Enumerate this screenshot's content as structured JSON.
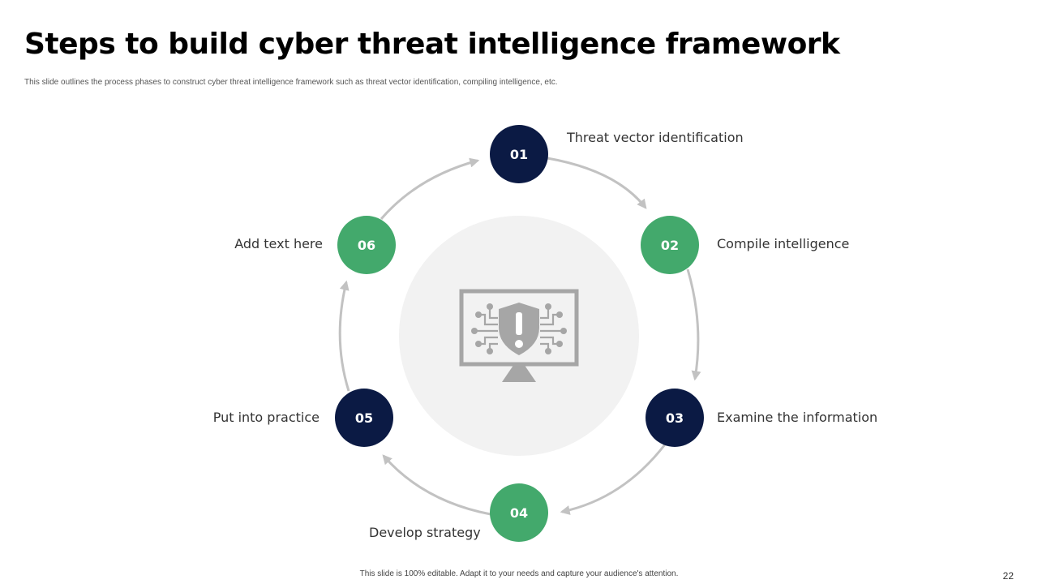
{
  "slide": {
    "title": "Steps to build cyber threat intelligence framework",
    "subtitle": "This slide outlines the process phases to construct cyber threat intelligence framework such as threat vector identification, compiling intelligence, etc.",
    "footer": "This slide is 100% editable. Adapt it to your needs and capture your audience's attention.",
    "page_number": "22"
  },
  "colors": {
    "navy": "#0b1a44",
    "green": "#43a96c",
    "arrow_gray": "#c2c2c2",
    "center_bg": "#f2f2f2",
    "icon_gray": "#a6a6a6"
  },
  "center_icon": "monitor-shield-alert-icon",
  "steps": [
    {
      "number": "01",
      "label": "Threat vector identification",
      "color": "navy"
    },
    {
      "number": "02",
      "label": "Compile intelligence",
      "color": "green"
    },
    {
      "number": "03",
      "label": "Examine the information",
      "color": "navy"
    },
    {
      "number": "04",
      "label": "Develop strategy",
      "color": "green"
    },
    {
      "number": "05",
      "label": "Put into practice",
      "color": "navy"
    },
    {
      "number": "06",
      "label": "Add text here",
      "color": "green"
    }
  ]
}
